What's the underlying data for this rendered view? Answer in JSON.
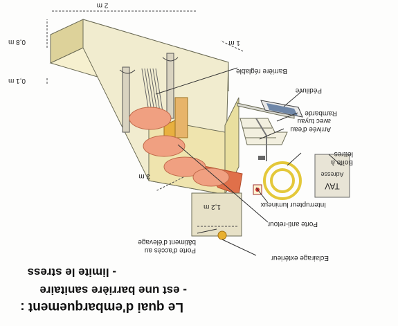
{
  "dimensions": {
    "width": "2 m",
    "height": "0,8 m",
    "depth": "1 m",
    "top_gap": "0,1 m",
    "length": "3 m",
    "door_width": "1,2 m"
  },
  "labels": {
    "barriere": "Barrière réglable",
    "pediluve": "Pédiluve",
    "rambarde": "Rambarde",
    "arrivee_eau_1": "Arrivée d'eau",
    "arrivee_eau_2": "avec tuyau",
    "boite_1": "Boîte à",
    "boite_2": "lettres",
    "tav": "TAV",
    "adresse": "Adresse",
    "interrupteur": "Interrupteur lumineux",
    "porte_anti_retour": "Porte anti-retour",
    "porte_acces_1": "Porte d'accès au",
    "porte_acces_2": "bâtiment d'élevage",
    "eclairage": "Eclairage extérieur"
  },
  "caption": {
    "title": "Le quai d'embarquement :",
    "bullets": [
      "- est une barrière sanitaire",
      "- limite le stress"
    ]
  },
  "colors": {
    "frame": "#e8dfa0",
    "wall": "#f4edc4",
    "pig": "#f0a081",
    "red_floor": "#e0704a",
    "pediluve": "#6f87a8",
    "yellow_hose": "#e4c83a"
  }
}
